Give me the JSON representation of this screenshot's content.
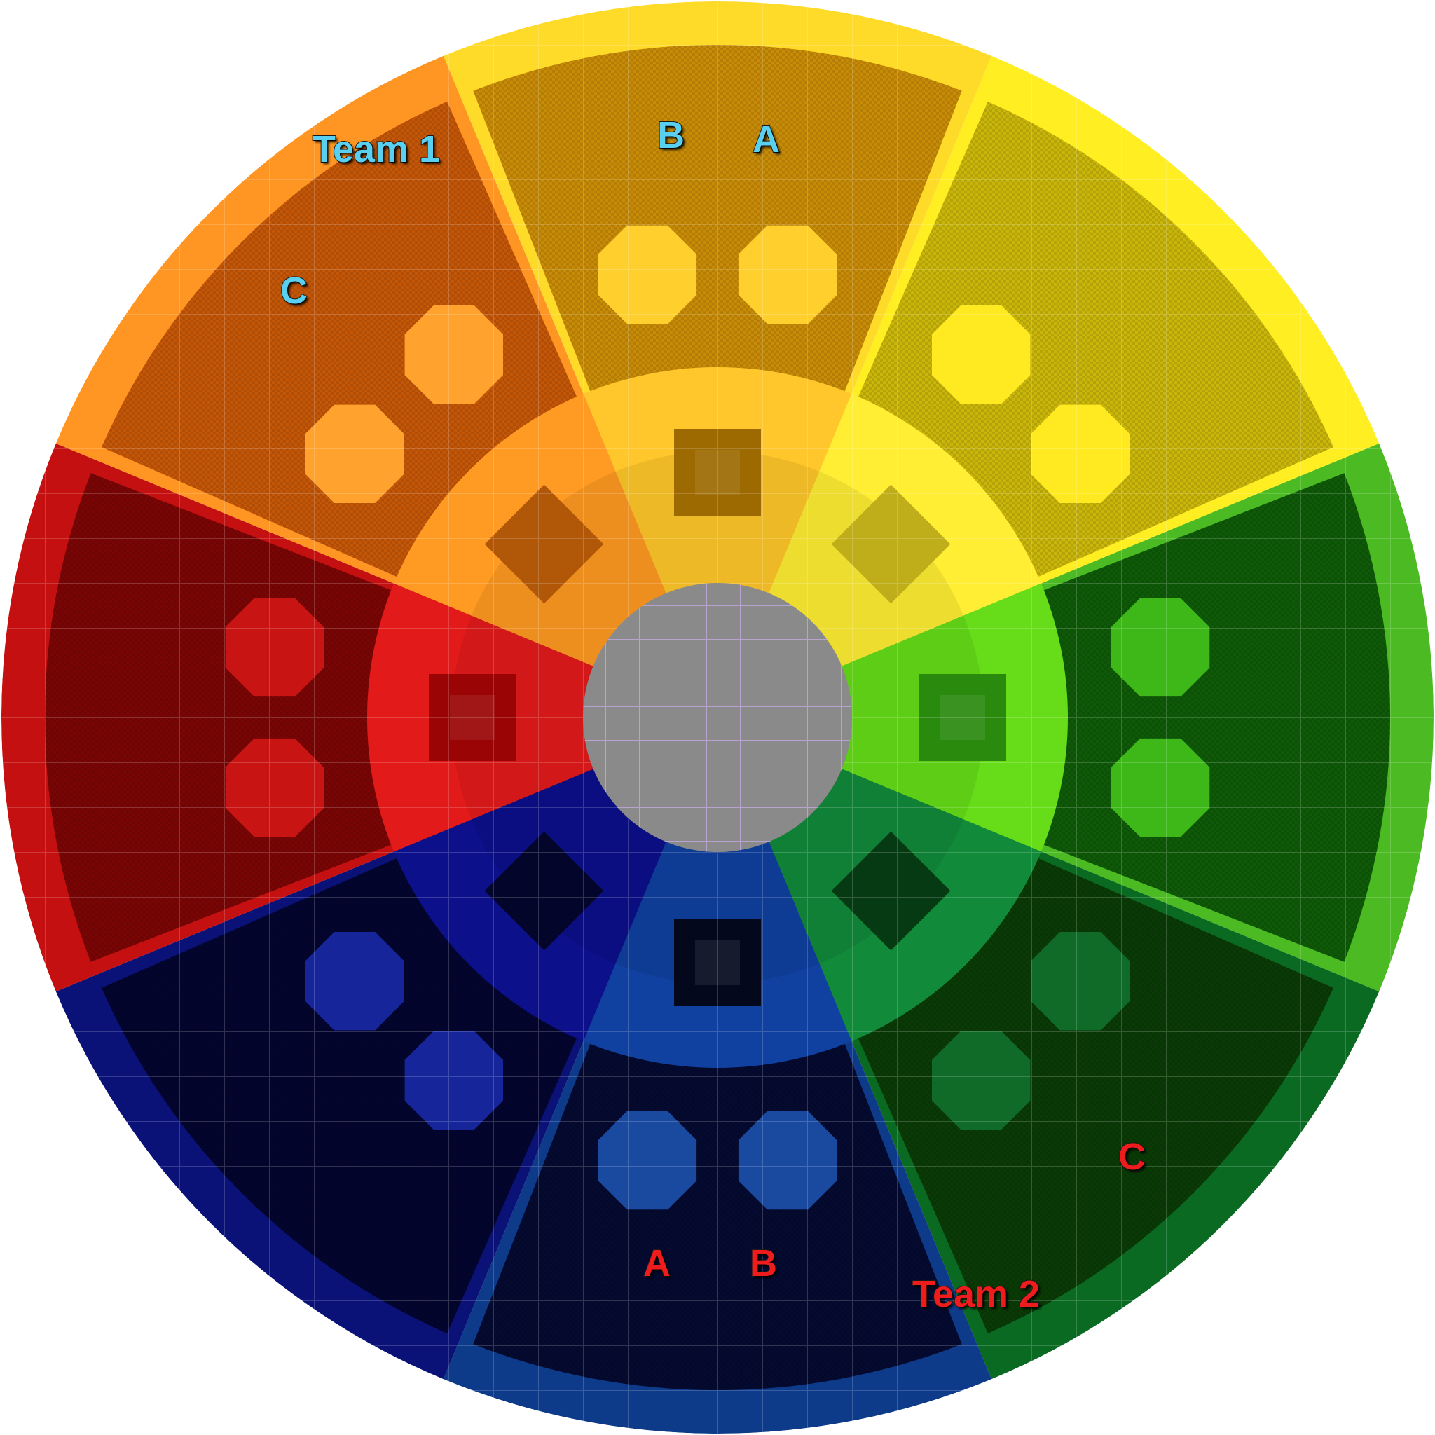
{
  "map": {
    "sectors": [
      {
        "name": "yellow",
        "dark": "#c78b07",
        "outer_band": "#ffdb29",
        "inner": "#ffc72b",
        "block": "#9c6a00",
        "hex": "#ffcf2e"
      },
      {
        "name": "lime-yellow",
        "dark": "#c9b60a",
        "outer_band": "#ffee22",
        "inner": "#ffee33",
        "block": "#bfae1a",
        "hex": "#ffea22"
      },
      {
        "name": "green",
        "dark": "#0e5a08",
        "outer_band": "#4cba22",
        "inner": "#66dd18",
        "block": "#2a8a0e",
        "hex": "#3db818"
      },
      {
        "name": "dark-green",
        "dark": "#0a3a06",
        "outer_band": "#0a6a22",
        "inner": "#118a3a",
        "block": "#063a12",
        "hex": "#106a28"
      },
      {
        "name": "navy",
        "dark": "#050a30",
        "outer_band": "#0e3a8a",
        "inner": "#1040a0",
        "block": "#03081c",
        "hex": "#1a4aa0"
      },
      {
        "name": "blue",
        "dark": "#03052e",
        "outer_band": "#0a1278",
        "inner": "#0c108a",
        "block": "#03062a",
        "hex": "#16269a"
      },
      {
        "name": "red",
        "dark": "#7a0505",
        "outer_band": "#c41010",
        "inner": "#e21a1a",
        "block": "#9a0404",
        "hex": "#c91414"
      },
      {
        "name": "orange",
        "dark": "#c45608",
        "outer_band": "#ff9522",
        "inner": "#ff9a22",
        "block": "#b05808",
        "hex": "#ffa22e"
      }
    ],
    "center_color": "#8a8a8a",
    "grid_color": "#b7a3cf"
  },
  "labels": [
    {
      "id": "team1",
      "text": "Team 1",
      "team": "t1"
    },
    {
      "id": "t1-b",
      "text": "B",
      "team": "t1"
    },
    {
      "id": "t1-a",
      "text": "A",
      "team": "t1"
    },
    {
      "id": "t1-c",
      "text": "C",
      "team": "t1"
    },
    {
      "id": "t2-c",
      "text": "C",
      "team": "t2"
    },
    {
      "id": "t2-a",
      "text": "A",
      "team": "t2"
    },
    {
      "id": "t2-b",
      "text": "B",
      "team": "t2"
    },
    {
      "id": "team2",
      "text": "Team 2",
      "team": "t2"
    }
  ]
}
